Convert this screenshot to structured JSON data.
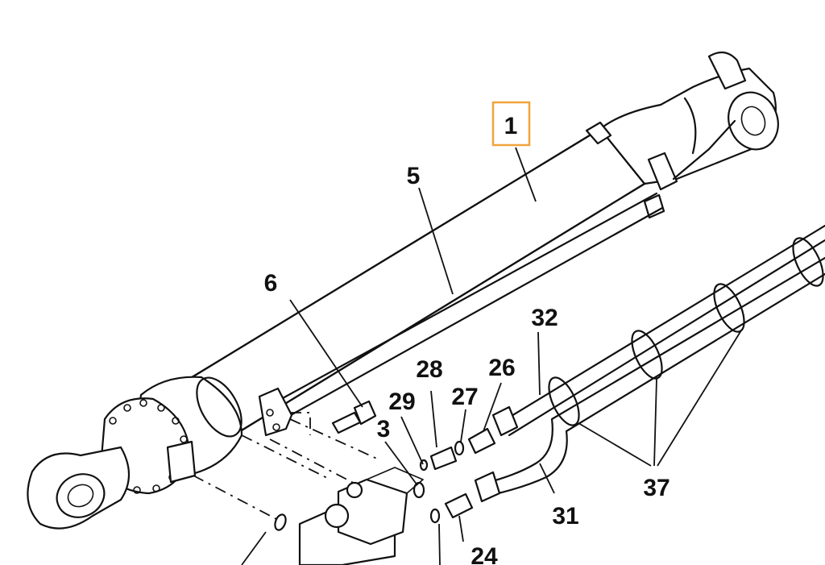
{
  "callouts": [
    {
      "key": "c1",
      "label": "1",
      "highlighted": true
    },
    {
      "key": "c5",
      "label": "5"
    },
    {
      "key": "c6",
      "label": "6"
    },
    {
      "key": "c32",
      "label": "32"
    },
    {
      "key": "c28",
      "label": "28"
    },
    {
      "key": "c26",
      "label": "26"
    },
    {
      "key": "c29",
      "label": "29"
    },
    {
      "key": "c27",
      "label": "27"
    },
    {
      "key": "c3",
      "label": "3"
    },
    {
      "key": "c37",
      "label": "37"
    },
    {
      "key": "c31",
      "label": "31"
    },
    {
      "key": "c24",
      "label": "24"
    }
  ],
  "colors": {
    "highlight_box": "#f0a43c",
    "line": "#111111",
    "background": "#ffffff"
  }
}
